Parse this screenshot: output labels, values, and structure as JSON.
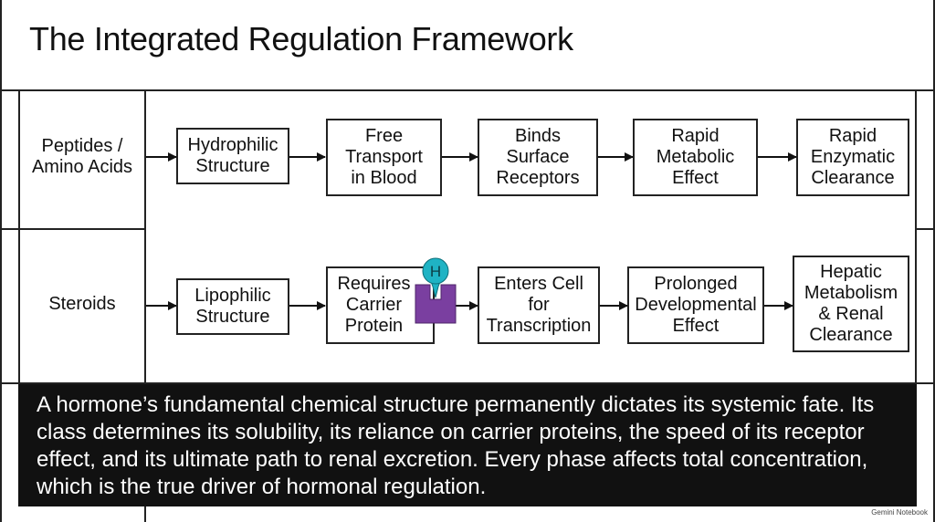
{
  "title": "The Integrated Regulation Framework",
  "rows": [
    {
      "label": "Peptides /\nAmino Acids",
      "steps": [
        "Hydrophilic\nStructure",
        "Free\nTransport\nin Blood",
        "Binds\nSurface\nReceptors",
        "Rapid\nMetabolic\nEffect",
        "Rapid\nEnzymatic\nClearance"
      ]
    },
    {
      "label": "Steroids",
      "steps": [
        "Lipophilic\nStructure",
        "Requires\nCarrier\nProtein",
        "Enters Cell\nfor\nTranscription",
        "Prolonged\nDevelopmental\nEffect",
        "Hepatic\nMetabolism\n& Renal\nClearance"
      ]
    }
  ],
  "carrier_icon": {
    "letter": "H",
    "hormone_color": "#1fb3c4",
    "protein_color": "#7a3fa0"
  },
  "caption": "A hormone’s fundamental chemical structure permanently dictates its systemic fate. Its class determines its solubility, its reliance on carrier proteins, the speed of its receptor effect, and its ultimate path to renal excretion. Every phase affects total concentration, which is the true driver of hormonal regulation.",
  "watermark": "Gemini Notebook"
}
